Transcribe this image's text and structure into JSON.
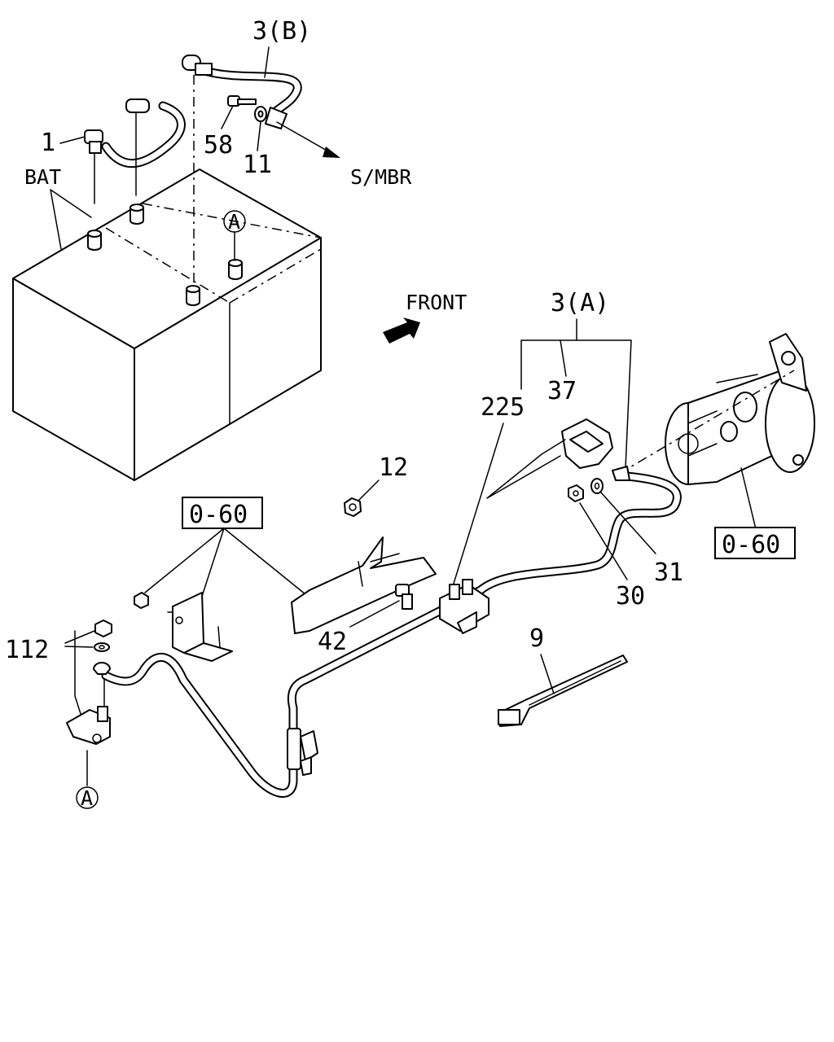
{
  "labels": {
    "cable_b": "3(B)",
    "cable_a": "3(A)",
    "clamp_1": "1",
    "battery": "BAT",
    "bolt_58": "58",
    "washer_11": "11",
    "s_mbr": "S/MBR",
    "front": "FRONT",
    "marker_a_top": "A",
    "marker_a_bottom": "A",
    "harness_225": "225",
    "cover_37": "37",
    "nut_12": "12",
    "ref_060_left": "0-60",
    "ref_060_right": "0-60",
    "bolt_42": "42",
    "nut_30": "30",
    "washer_31": "31",
    "tie_9": "9",
    "nut_112": "112"
  }
}
